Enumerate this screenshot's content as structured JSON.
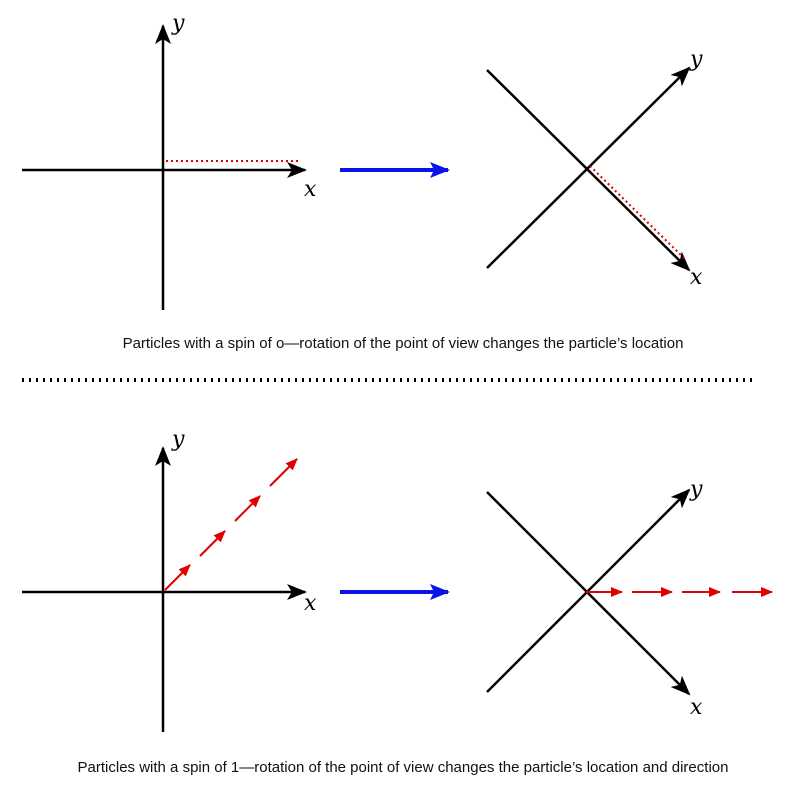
{
  "panels": [
    {
      "caption": "Particles with a spin of o—rotation of the point of view changes the particle’s location",
      "left_axes": {
        "x_label": "x",
        "y_label": "y"
      },
      "right_axes": {
        "x_label": "x",
        "y_label": "y"
      }
    },
    {
      "caption": "Particles with a spin of 1—rotation of the point of view changes the particle’s location and direction",
      "left_axes": {
        "x_label": "x",
        "y_label": "y"
      },
      "right_axes": {
        "x_label": "x",
        "y_label": "y"
      }
    }
  ],
  "colors": {
    "axis": "#000000",
    "transform_arrow": "#0a14e6",
    "particle": "#e00000"
  }
}
